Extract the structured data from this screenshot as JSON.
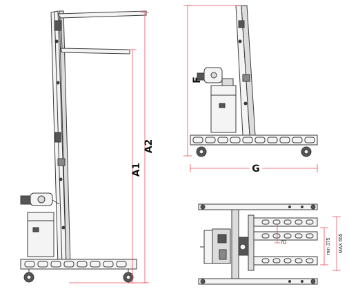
{
  "dimensions": {
    "a1": "A1",
    "a2": "A2",
    "f": "F",
    "g": "G",
    "offset_70": "70",
    "min_375": "min 375",
    "max_655": "MAX 655"
  },
  "colors": {
    "dimension_line": "#e8505b",
    "outline": "#3a3a3a",
    "fill_light": "#f4f4f4",
    "fill_mid": "#dcdcdc",
    "fill_dark": "#555555"
  }
}
